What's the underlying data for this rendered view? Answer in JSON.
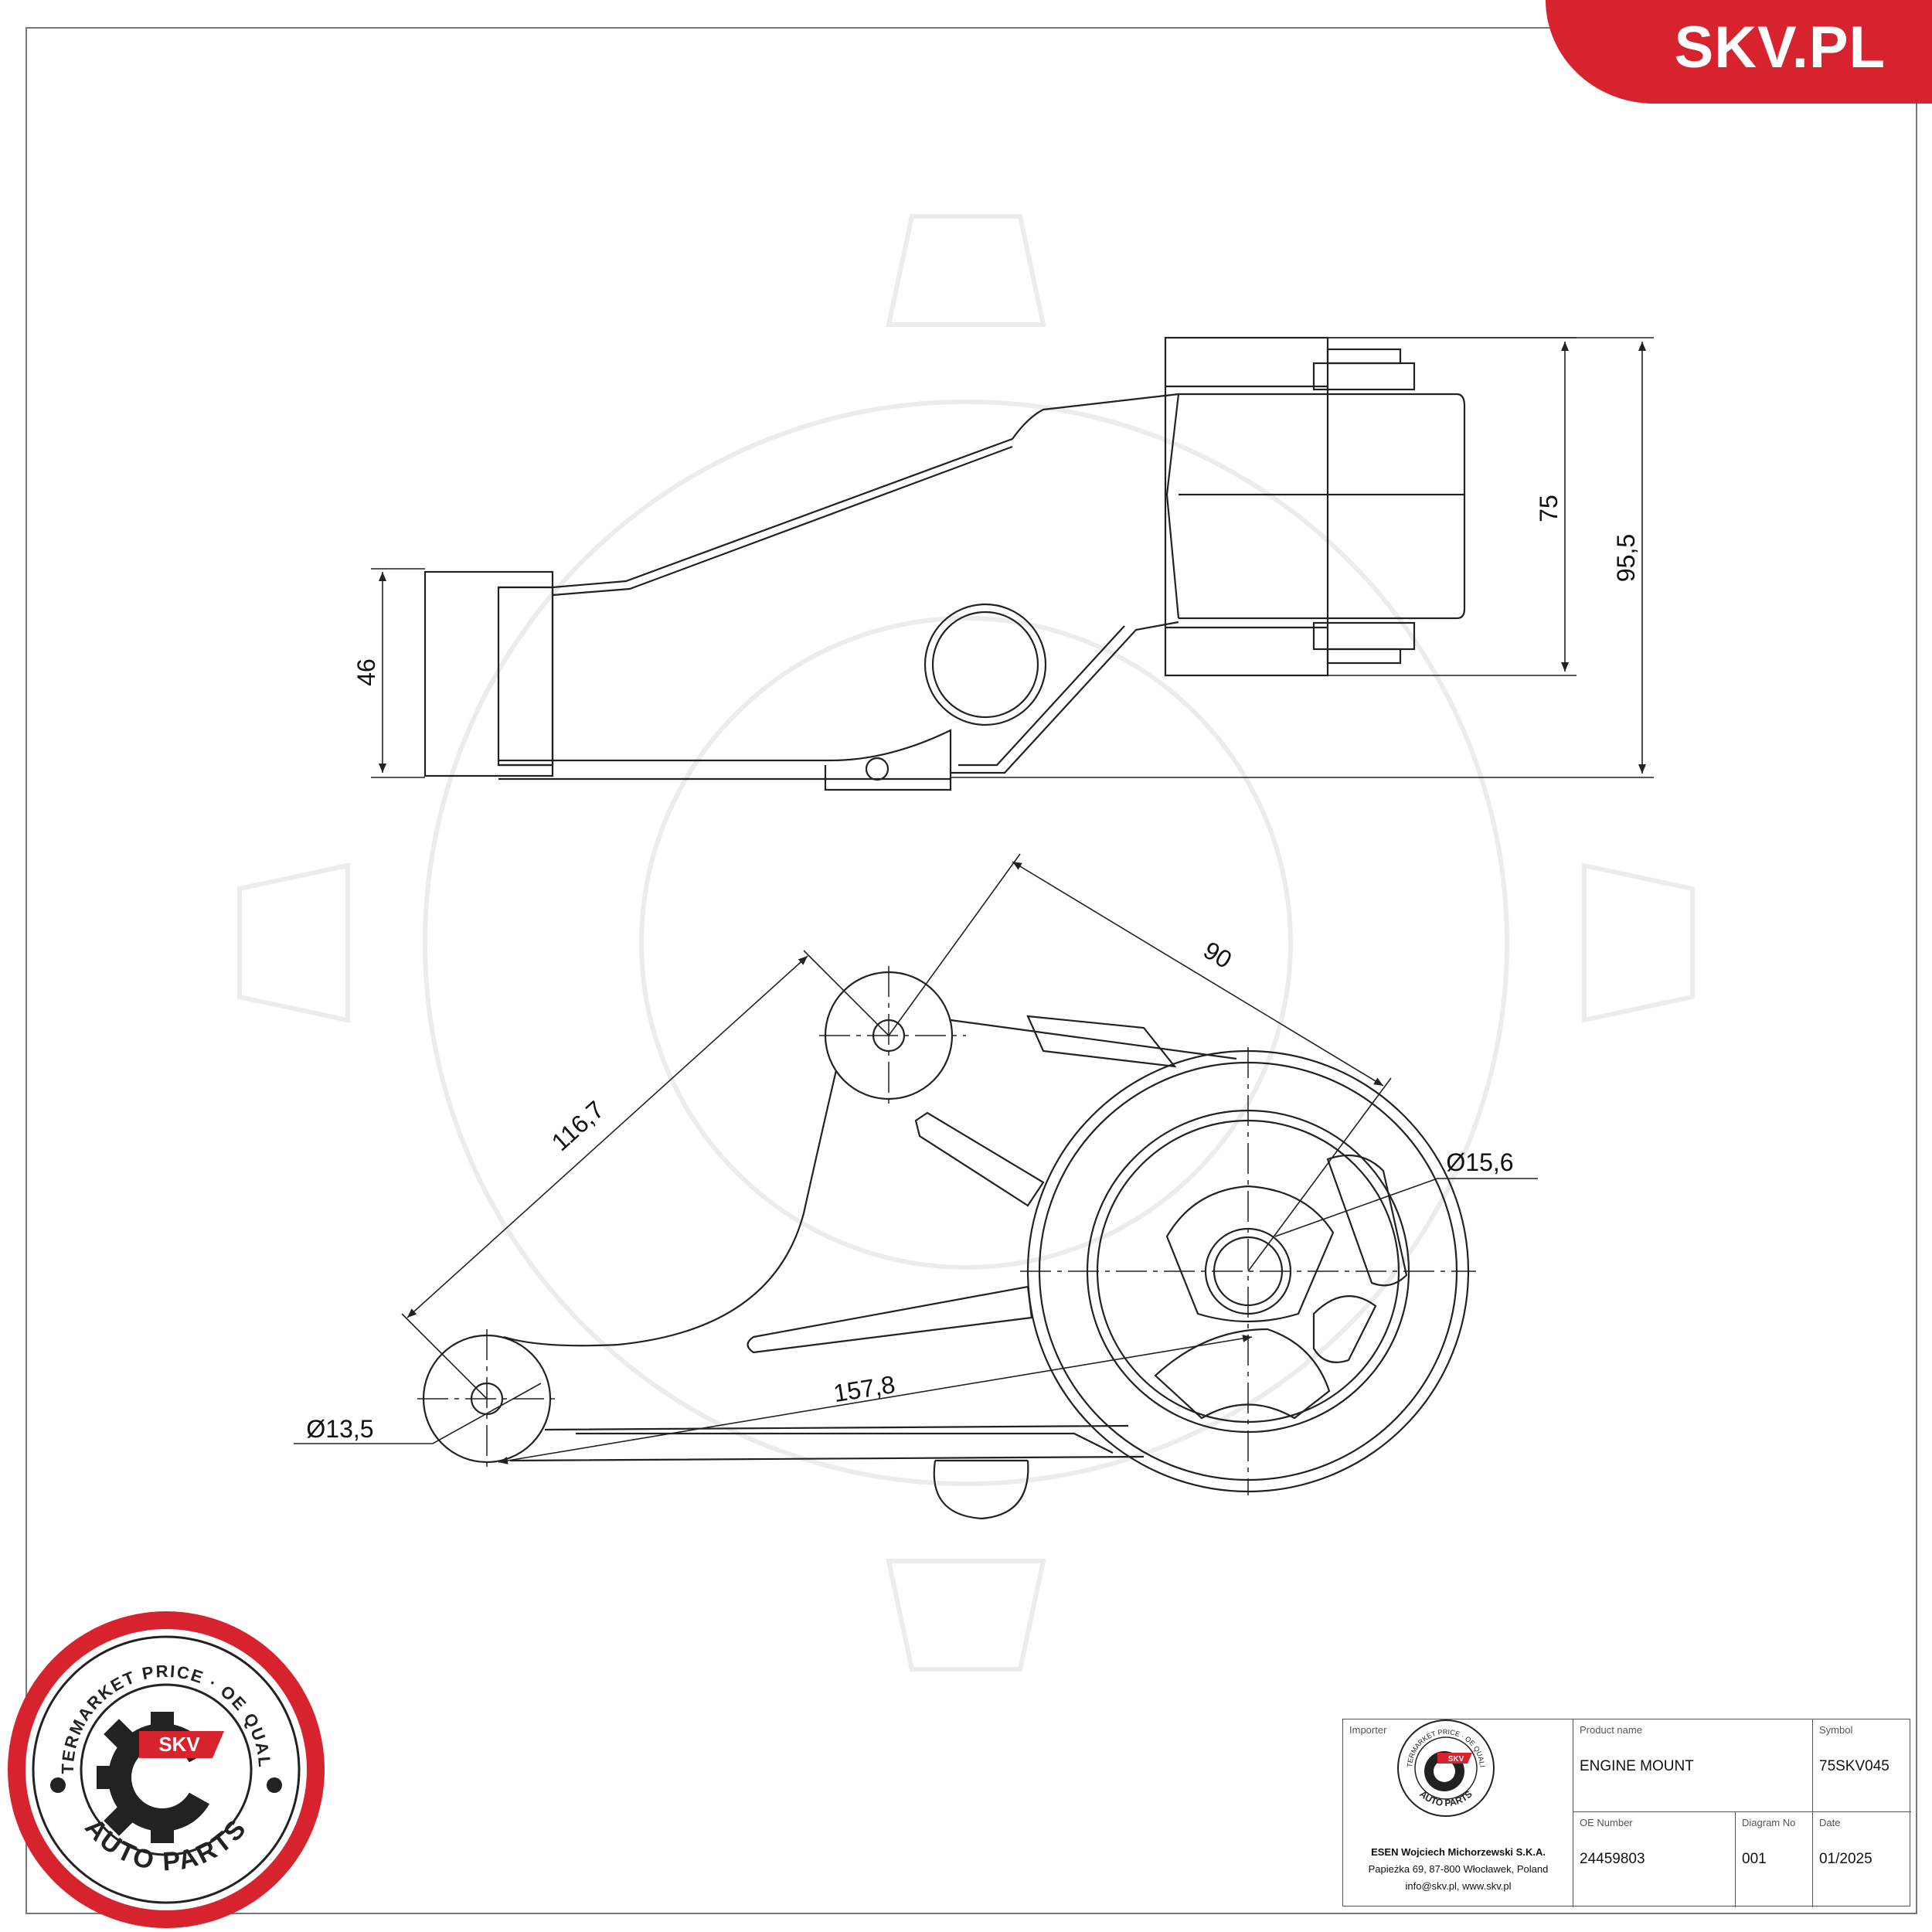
{
  "brand": {
    "name": "SKV.PL",
    "color": "#d7232e"
  },
  "dimensions": {
    "left_height": "46",
    "right_height_inner": "75",
    "right_height_total": "95,5",
    "top_distance": "90",
    "diagonal": "116,7",
    "bottom_distance": "157,8",
    "small_hole": "Ø13,5",
    "center_hole": "Ø15,6"
  },
  "seal": {
    "arc_top": "AFTERMARKET PRICE · OE QUALITY",
    "arc_bottom": "AUTO PARTS",
    "center": "SKV"
  },
  "title_block": {
    "importer_label": "Importer",
    "importer_name": "ESEN Wojciech Michorzewski S.K.A.",
    "importer_address": "Papieżka 69, 87-800 Włocławek, Poland",
    "importer_contact": "info@skv.pl, www.skv.pl",
    "product_name_label": "Product name",
    "product_name": "ENGINE MOUNT",
    "symbol_label": "Symbol",
    "symbol": "75SKV045",
    "oe_number_label": "OE Number",
    "oe_number": "24459803",
    "diagram_no_label": "Diagram No",
    "diagram_no": "001",
    "date_label": "Date",
    "date": "01/2025"
  }
}
